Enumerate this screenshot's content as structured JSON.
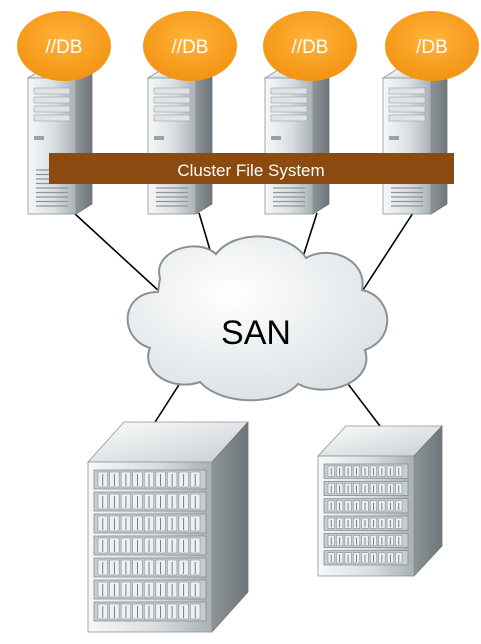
{
  "db_labels": [
    "//DB",
    "//DB",
    "//DB",
    "/DB"
  ],
  "cluster_label": "Cluster File System",
  "network_label": "SAN",
  "colors": {
    "db_ellipse": "#f7a01c",
    "cluster_bar": "#8b4a0f",
    "cluster_text": "#ffffff",
    "server_light": "#eef1f2",
    "server_mid": "#bfc5c8",
    "server_dark": "#7d8589",
    "cloud_fill": "#e9edf0",
    "cloud_stroke": "#8a9196",
    "line": "#000000"
  }
}
